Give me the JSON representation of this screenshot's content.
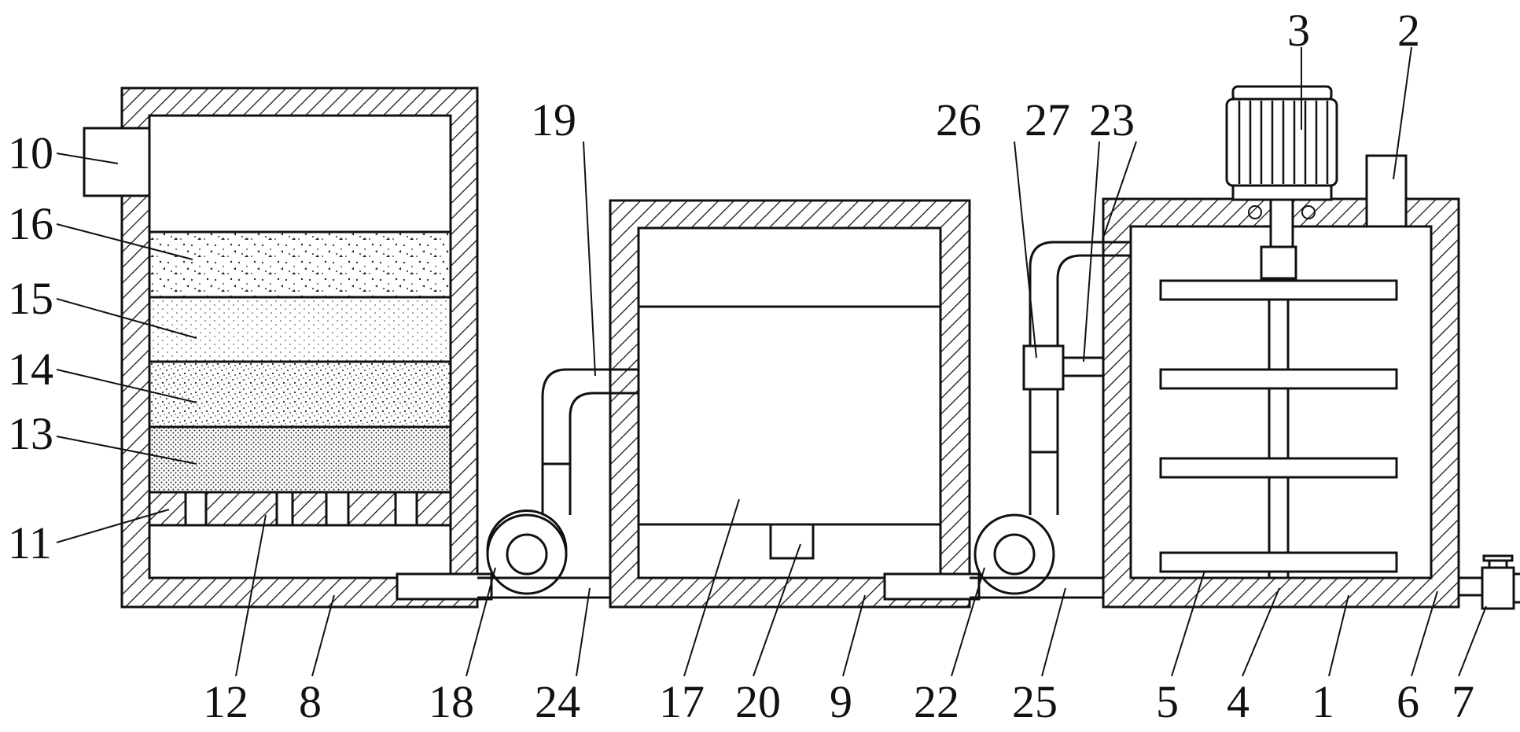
{
  "labels": {
    "l1": "1",
    "l2": "2",
    "l3": "3",
    "l4": "4",
    "l5": "5",
    "l6": "6",
    "l7": "7",
    "l8": "8",
    "l9": "9",
    "l10": "10",
    "l11": "11",
    "l12": "12",
    "l13": "13",
    "l14": "14",
    "l15": "15",
    "l16": "16",
    "l17": "17",
    "l18": "18",
    "l19": "19",
    "l20": "20",
    "l22": "22",
    "l23": "23",
    "l24": "24",
    "l25": "25",
    "l26": "26",
    "l27": "27"
  }
}
